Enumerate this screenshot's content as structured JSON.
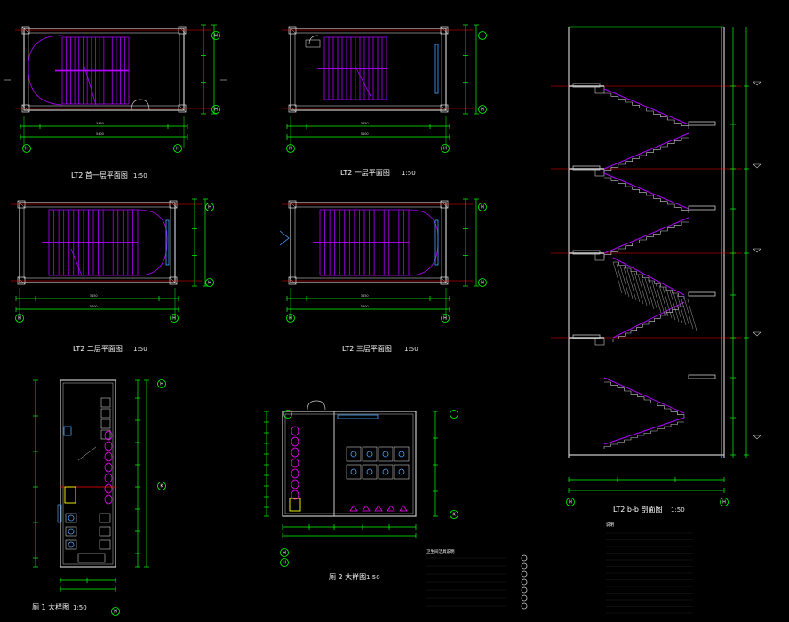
{
  "drawing": {
    "background": "#000000",
    "colors": {
      "wall": "#c8c8c8",
      "dimension": "#00ff00",
      "stair": "#b000ff",
      "axis": "#ff0000",
      "window": "#4aa3ff",
      "fixture": "#ff00ff",
      "door": "#ffff00"
    }
  },
  "titles": {
    "plan1": "LT2 首一层平面图",
    "plan1_scale": "1:50",
    "plan2": "LT2 一层平面图",
    "plan2_scale": "1:50",
    "plan3": "LT2 二层平面图",
    "plan3_scale": "1:50",
    "plan4": "LT2 三层平面图",
    "plan4_scale": "1:50",
    "toilet1": "厕 1 大样图",
    "toilet1_scale": "1:50",
    "toilet2": "厕 2 大样图",
    "toilet2_scale": "1:50",
    "section": "LT2 b-b 剖面图",
    "section_scale": "1:50"
  },
  "axis_labels": {
    "plan1": [
      "H",
      "H",
      "H",
      "H"
    ],
    "plan2": [
      "H",
      "H",
      "H"
    ],
    "plan3": [
      "H",
      "H",
      "H",
      "H"
    ],
    "plan4": [
      "H",
      "H",
      "H",
      "H"
    ],
    "toilet1": [
      "H",
      "K",
      "H"
    ],
    "toilet2": [
      "H",
      "H",
      "K"
    ],
    "section": [
      "H",
      "H"
    ]
  },
  "notes_heading": "说明",
  "legend_heading": "卫生间洁具说明"
}
